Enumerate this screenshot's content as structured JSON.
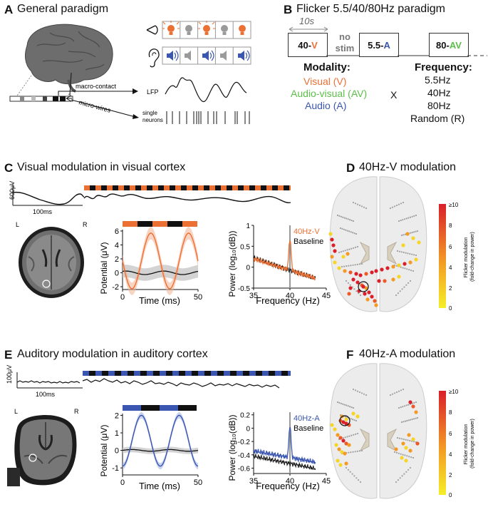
{
  "panelA": {
    "letter": "A",
    "title": "General paradigm",
    "macro_label": "macro-contact",
    "micro_label": "micro-wires",
    "lfp_label": "LFP",
    "single_neurons_label": "single\nneurons"
  },
  "panelB": {
    "letter": "B",
    "title": "Flicker 5.5/40/80Hz paradigm",
    "duration_label": "10s",
    "blocks": [
      {
        "prefix": "40-",
        "mod": "V"
      },
      {
        "prefix": "5.5-",
        "mod": "A"
      },
      {
        "prefix": "80-",
        "mod": "AV"
      }
    ],
    "no_stim_label": "no\nstim",
    "modality_heading": "Modality:",
    "modalities": [
      "Visual (V)",
      "Audio-visual (AV)",
      "Audio (A)"
    ],
    "cross_symbol": "X",
    "frequency_heading": "Frequency:",
    "frequencies": [
      "5.5Hz",
      "40Hz",
      "80Hz",
      "Random (R)"
    ]
  },
  "panelC": {
    "letter": "C",
    "title": "Visual modulation in visual cortex",
    "scale_amp": "600μV",
    "scale_time": "100ms",
    "mri_left": "L",
    "mri_right": "R",
    "ylabel": "Potential (μV)",
    "xlabel": "Time (ms)",
    "yticks": [
      "6",
      "4",
      "2",
      "0",
      "-2"
    ],
    "xticks": [
      "0",
      "50"
    ],
    "psd_ylabel": "Power (log₁₀(dB))",
    "psd_xlabel": "Frequency (Hz)",
    "psd_yticks": [
      "1",
      "0.5",
      "0",
      "-0.5"
    ],
    "psd_xticks": [
      "35",
      "40",
      "45"
    ],
    "legend_stim": "40Hz-V",
    "legend_base": "Baseline"
  },
  "panelD": {
    "letter": "D",
    "title": "40Hz-V modulation",
    "cbar_label": "Flicker modulation\n(fold-change in power)",
    "cbar_ticks": [
      "≥10",
      "8",
      "6",
      "4",
      "2",
      "0"
    ]
  },
  "panelE": {
    "letter": "E",
    "title": "Auditory modulation in auditory cortex",
    "scale_amp": "100μV",
    "scale_time": "100ms",
    "mri_left": "L",
    "mri_right": "R",
    "ylabel": "Potential (μV)",
    "xlabel": "Time (ms)",
    "yticks": [
      "2",
      "1",
      "0",
      "-1"
    ],
    "xticks": [
      "0",
      "50"
    ],
    "psd_ylabel": "Power (log₁₀(dB))",
    "psd_xlabel": "Frequency (Hz)",
    "psd_yticks": [
      "0.2",
      "0",
      "-0.2",
      "-0.4",
      "-0.6"
    ],
    "psd_xticks": [
      "35",
      "40",
      "45"
    ],
    "legend_stim": "40Hz-A",
    "legend_base": "Baseline"
  },
  "panelF": {
    "letter": "F",
    "title": "40Hz-A modulation",
    "cbar_label": "Flicker modulation\n(fold-change in power)",
    "cbar_ticks": [
      "≥10",
      "8",
      "6",
      "4",
      "2",
      "0"
    ]
  },
  "colors": {
    "orange": "#ec7033",
    "green": "#5cbf4a",
    "blue": "#3a56b0",
    "black": "#111111"
  }
}
